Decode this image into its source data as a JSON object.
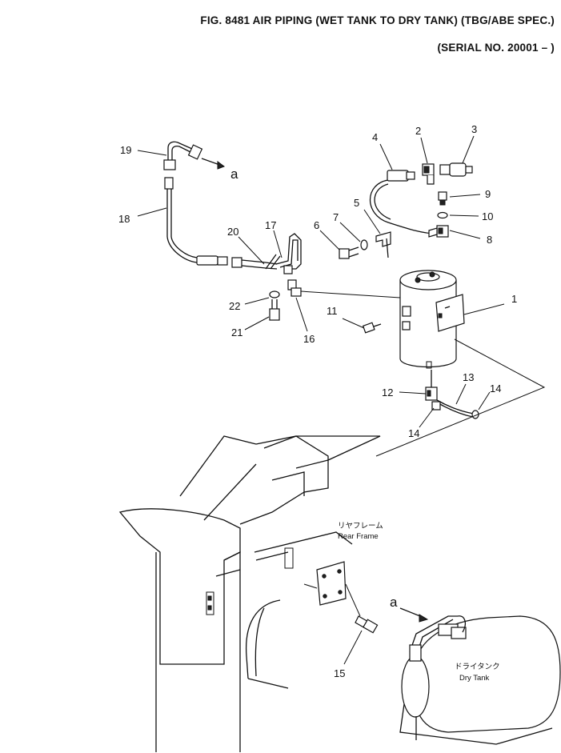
{
  "header": {
    "title": "FIG. 8481  AIR PIPING (WET TANK TO DRY TANK) (TBG/ABE SPEC.)",
    "serial": "(SERIAL NO. 20001 – )"
  },
  "callouts": {
    "c1": "1",
    "c2": "2",
    "c3": "3",
    "c4": "4",
    "c5": "5",
    "c6": "6",
    "c7": "7",
    "c8": "8",
    "c9": "9",
    "c10": "10",
    "c11": "11",
    "c12": "12",
    "c13": "13",
    "c14a": "14",
    "c14b": "14",
    "c15": "15",
    "c16": "16",
    "c17": "17",
    "c18": "18",
    "c19": "19",
    "c20": "20",
    "c21": "21",
    "c22": "22"
  },
  "connection_refs": {
    "a_top": "a",
    "a_bottom": "a"
  },
  "labels": {
    "rear_frame_jp": "リヤフレーム",
    "rear_frame_en": "Rear Frame",
    "dry_tank_jp": "ドライタンク",
    "dry_tank_en": "Dry Tank"
  }
}
